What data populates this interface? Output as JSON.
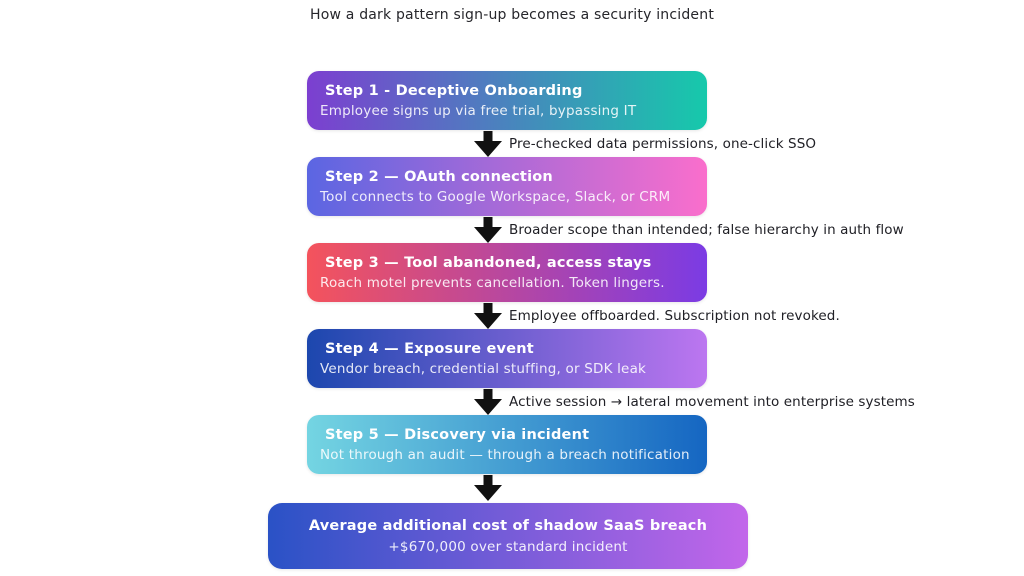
{
  "title": "How a dark pattern sign-up becomes a security incident",
  "steps": [
    {
      "heading": "Step 1 - Deceptive Onboarding",
      "subtext": "Employee signs up via free trial, bypassing IT",
      "gradient": {
        "from": "#7c3fd0",
        "to": "#16c9ab"
      },
      "annotation": "Pre-checked data permissions, one-click SSO"
    },
    {
      "heading": "Step 2 — OAuth connection",
      "subtext": "Tool connects to Google Workspace, Slack, or CRM",
      "gradient": {
        "from": "#5b66e2",
        "to": "#fa6ecc"
      },
      "annotation": "Broader scope than intended; false hierarchy in auth flow"
    },
    {
      "heading": "Step 3 — Tool abandoned, access stays",
      "subtext": "Roach motel prevents cancellation. Token lingers.",
      "gradient": {
        "from": "#f4535c",
        "to": "#7b3be4"
      },
      "annotation": "Employee offboarded. Subscription not revoked."
    },
    {
      "heading": "Step 4 — Exposure event",
      "subtext": "Vendor breach, credential stuffing, or SDK leak",
      "gradient": {
        "from": "#1c47ae",
        "to": "#bc76f0"
      },
      "annotation": "Active session → lateral movement into enterprise systems"
    },
    {
      "heading": "Step 5 — Discovery via incident",
      "subtext": "Not through an audit — through a breach notification",
      "gradient": {
        "from": "#74d5e2",
        "to": "#1566c2"
      },
      "annotation": ""
    }
  ],
  "result": {
    "heading": "Average additional cost of shadow SaaS breach",
    "subtext": "+$670,000 over standard incident",
    "gradient": {
      "from": "#2a52c6",
      "to": "#c266ea"
    }
  },
  "arrow_color": "#111111"
}
